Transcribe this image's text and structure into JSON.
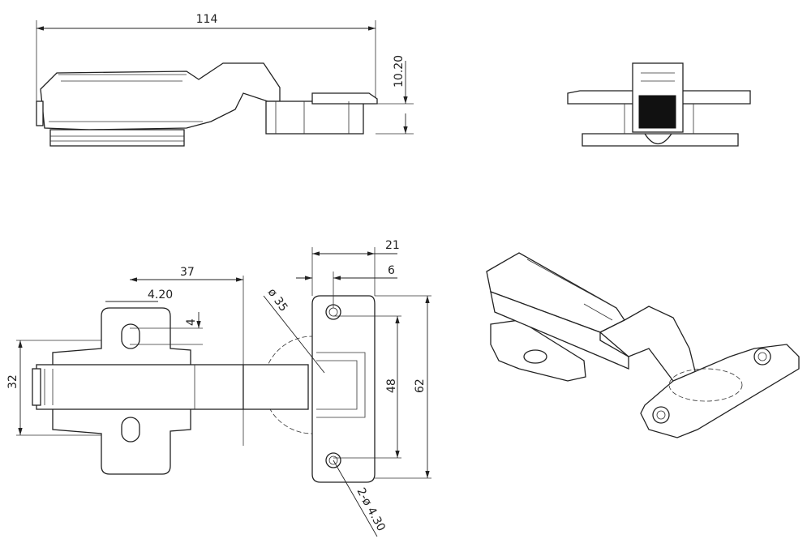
{
  "drawing": {
    "views": [
      "side-elevation",
      "front-view",
      "plan-view",
      "isometric-view"
    ],
    "dimensions": {
      "overall_length": "114",
      "height": "10.20",
      "base_to_cup_center": "37",
      "slot_width": "4.20",
      "slot_offset": "4",
      "base_width": "32",
      "plate_width": "21",
      "hole_offset": "6",
      "cup_diameter": "ø 35",
      "hole_spacing": "48",
      "plate_length": "62",
      "hole_diameter": "2-ø 4.30"
    },
    "line_color": "#222222",
    "background_color": "#ffffff"
  }
}
